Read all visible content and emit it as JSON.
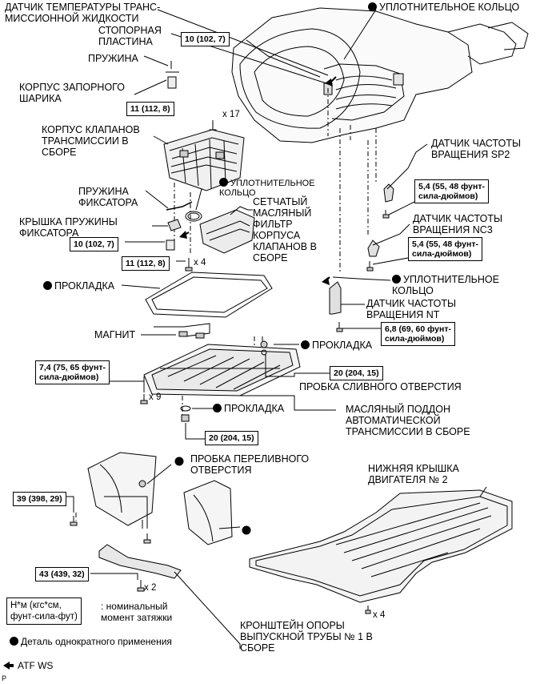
{
  "colors": {
    "ink": "#000000",
    "paper": "#ffffff",
    "part_fill": "#f2f2f2",
    "shade": "#d8d8d8"
  },
  "labels": {
    "fluid_temp_sensor": "ДАТЧИК ТЕМПЕРАТУРЫ ТРАНС-\nМИССИОННОЙ ЖИДКОСТИ",
    "stop_plate": "СТОПОРНАЯ\nПЛАСТИНА",
    "spring": "ПРУЖИНА",
    "check_ball_body": "КОРПУС ЗАПОРНОГО\nШАРИКА",
    "valve_body": "КОРПУС КЛАПАНОВ\nТРАНСМИССИИ В\nСБОРЕ",
    "detent_spring": "ПРУЖИНА\nФИКСАТОРА",
    "detent_spring_cover": "КРЫШКА ПРУЖИНЫ\nФИКСАТОРА",
    "gasket_1": "ПРОКЛАДКА",
    "magnet": "МАГНИТ",
    "gasket_2": "ПРОКЛАДКА",
    "gasket_3": "ПРОКЛАДКА",
    "oring_top": "УПЛОТНИТЕЛЬНОЕ КОЛЬЦО",
    "oring_strainer": "УПЛОТНИТЕЛЬНОЕ\nКОЛЬЦО",
    "strainer": "СЕТЧАТЫЙ\nМАСЛЯНЫЙ\nФИЛЬТР\nКОРПУСА\nКЛАПАНОВ В\nСБОРЕ",
    "sp2_sensor": "ДАТЧИК ЧАСТОТЫ\nВРАЩЕНИЯ SP2",
    "nc3_sensor": "ДАТЧИК ЧАСТОТЫ\nВРАЩЕНИЯ NC3",
    "oring_nt": "УПЛОТНИТЕЛЬНОЕ\nКОЛЬЦО",
    "nt_sensor": "ДАТЧИК ЧАСТОТЫ\nВРАЩЕНИЯ NT",
    "drain_plug": "ПРОБКА СЛИВНОГО ОТВЕРСТИЯ",
    "oil_pan": "МАСЛЯНЫЙ ПОДДОН\nАВТОМАТИЧЕСКОЙ\nТРАНСМИССИИ В СБОРЕ",
    "overflow_plug": "ПРОБКА ПЕРЕЛИВНОГО\nОТВЕРСТИЯ",
    "engine_under_cover": "НИЖНЯЯ КРЫШКА\nДВИГАТЕЛЯ № 2",
    "exhaust_bracket": "КРОНШТЕЙН ОПОРЫ\nВЫПУСКНОЙ ТРУБЫ № 1 В\nСБОРЕ"
  },
  "torque": {
    "t1": "10 (102, 7)",
    "t2": "11 (112, 8)",
    "t3": "10 (102, 7)",
    "t4": "11 (112, 8)",
    "t5": "5,4 (55, 48 фунт-\nсила-дюймов)",
    "t6": "5,4 (55, 48 фунт-\nсила-дюймов)",
    "t7": "6,8 (69, 60 фунт-\nсила-дюймов)",
    "t8": "7,4 (75, 65 фунт-\nсила-дюймов)",
    "t9": "20 (204, 15)",
    "t10": "20 (204, 15)",
    "t11": "39 (398, 29)",
    "t12": "43 (439, 32)"
  },
  "multipliers": {
    "m17": "x 17",
    "m4a": "x 4",
    "m9": "x 9",
    "m2": "x 2",
    "m4b": "x 4"
  },
  "legend": {
    "torque_key": "Н*м (кгс*см,\nфунт-сила-фут)",
    "torque_desc": ": номинальный\nмомент затяжки",
    "single_use": "Деталь однократного применения",
    "atf": "ATF WS",
    "corner": "P"
  },
  "icons": {
    "single_use_marker": "filled-circle",
    "atf_marker": "arrow-left-filled"
  }
}
